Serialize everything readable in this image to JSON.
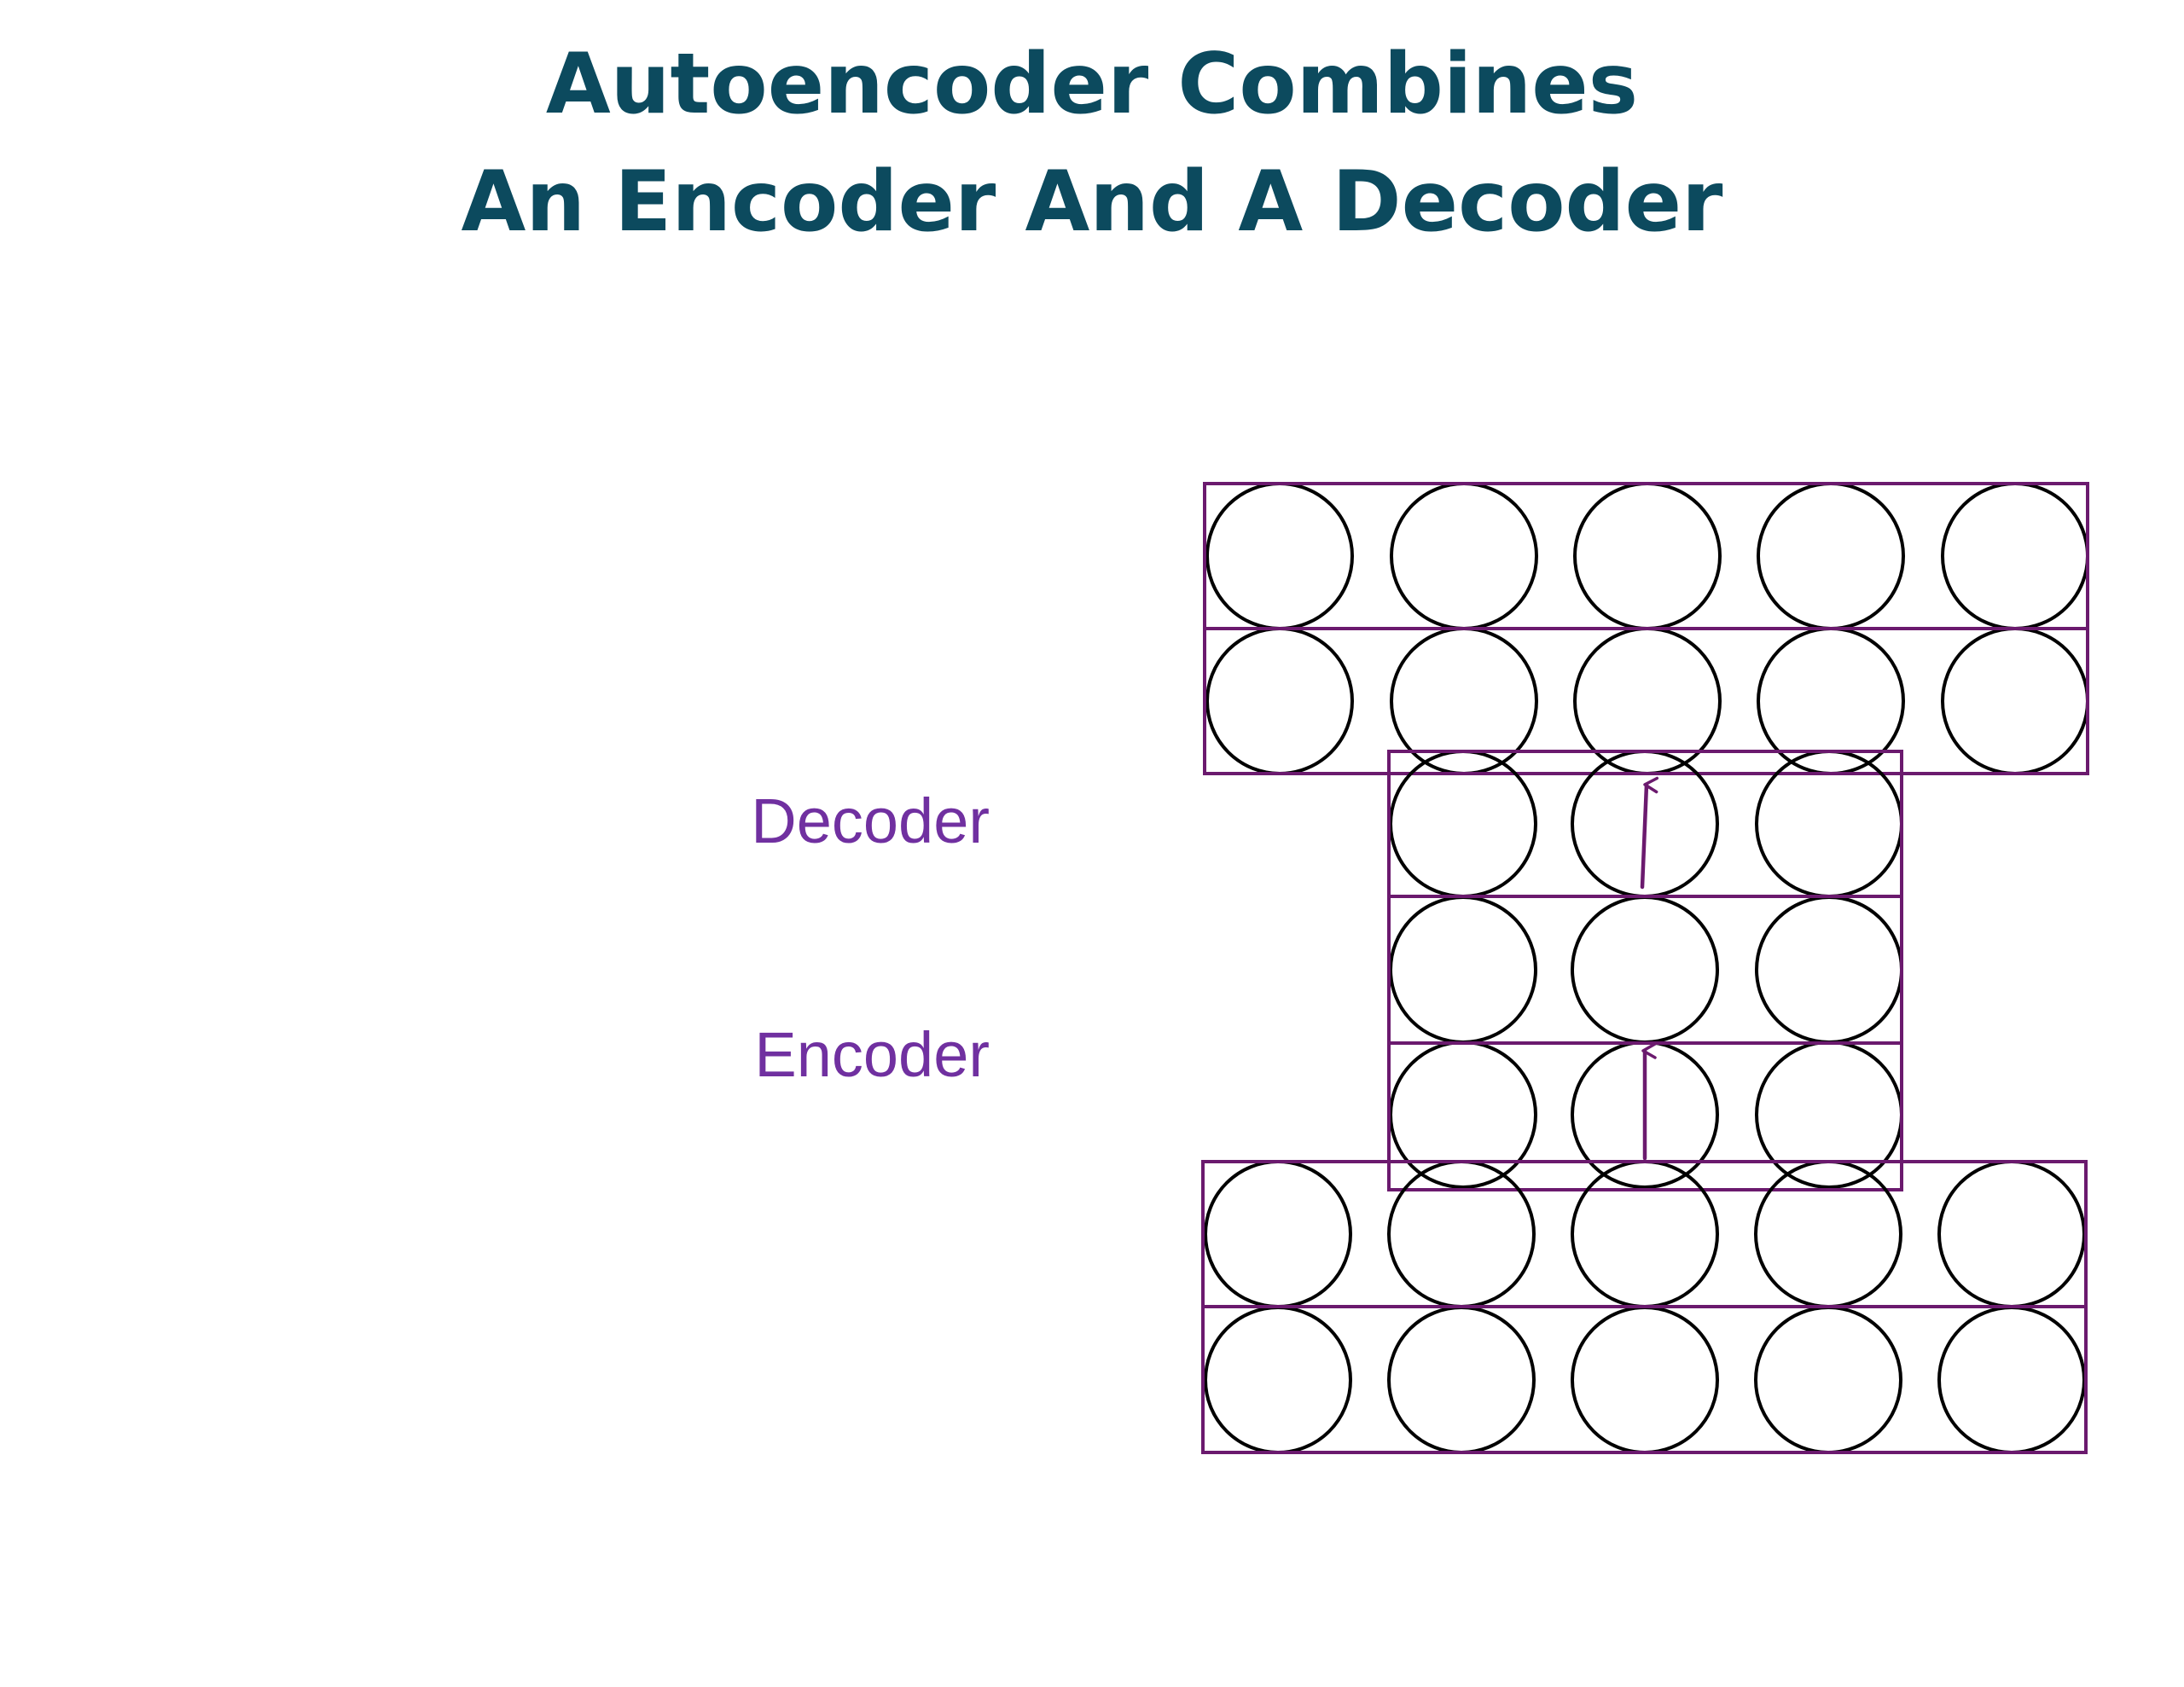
{
  "title": {
    "line1": "Autoencoder Combines",
    "line2": "An Encoder And A Decoder"
  },
  "labels": {
    "decoder": "Decoder",
    "encoder": "Encoder"
  },
  "network": {
    "layers": [
      {
        "name": "output-layer-top",
        "units": 5
      },
      {
        "name": "output-layer-bottom",
        "units": 5
      },
      {
        "name": "decoder-hidden-layer",
        "units": 3
      },
      {
        "name": "code-layer",
        "units": 3
      },
      {
        "name": "encoder-hidden-layer",
        "units": 3
      },
      {
        "name": "input-layer-top",
        "units": 5
      },
      {
        "name": "input-layer-bottom",
        "units": 5
      }
    ],
    "arrows": [
      {
        "name": "encoder-arrow",
        "direction": "up"
      },
      {
        "name": "decoder-arrow",
        "direction": "up"
      }
    ]
  },
  "colors": {
    "title": "#0c4a5e",
    "frame": "#6b1a6e",
    "label": "#7030a0",
    "unit_stroke": "#000000"
  }
}
